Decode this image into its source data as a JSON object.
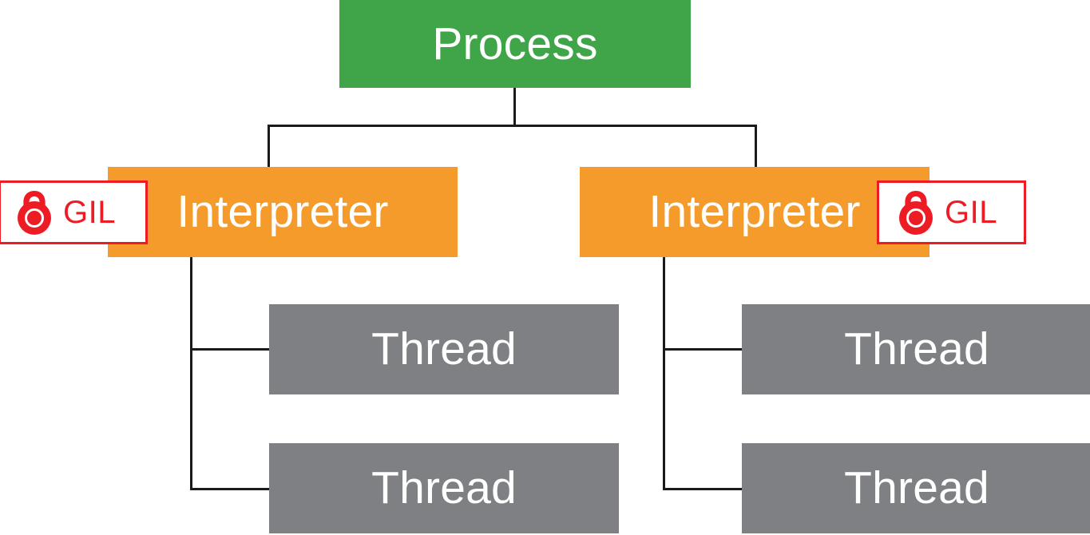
{
  "diagram": {
    "title": "Python Process / Interpreter / Thread hierarchy with GIL",
    "colors": {
      "process": "#3FA548",
      "interpreter": "#F59B2C",
      "thread": "#7E8083",
      "gil_red": "#ED1C24",
      "connector": "#1A1A1A",
      "node_text": "#FFFFFF",
      "background": "#FFFFFF"
    },
    "nodes": {
      "process": {
        "label": "Process"
      },
      "interpreters": [
        {
          "label": "Interpreter",
          "gil": {
            "label": "GIL",
            "icon": "lock-icon"
          }
        },
        {
          "label": "Interpreter",
          "gil": {
            "label": "GIL",
            "icon": "lock-icon"
          }
        }
      ],
      "threads": [
        {
          "label": "Thread"
        },
        {
          "label": "Thread"
        },
        {
          "label": "Thread"
        },
        {
          "label": "Thread"
        }
      ]
    }
  }
}
